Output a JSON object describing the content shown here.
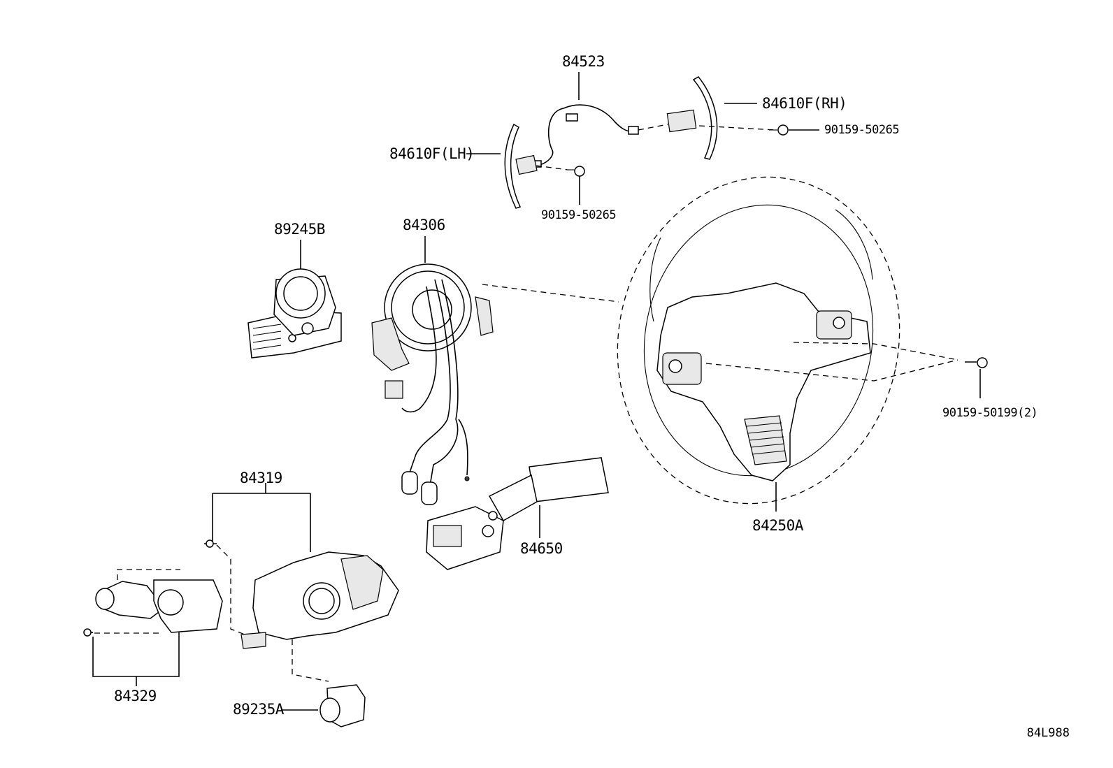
{
  "diagram": {
    "code": "84L988",
    "parts": [
      {
        "key": "p84523",
        "label": "84523"
      },
      {
        "key": "p84610f_rh",
        "label": "84610F(RH)"
      },
      {
        "key": "p84610f_lh",
        "label": "84610F(LH)"
      },
      {
        "key": "p90159_50265_right",
        "label": "90159-50265"
      },
      {
        "key": "p90159_50265_center",
        "label": "90159-50265"
      },
      {
        "key": "p89245b",
        "label": "89245B"
      },
      {
        "key": "p84306",
        "label": "84306"
      },
      {
        "key": "p90159_50199",
        "label": "90159-50199(2)"
      },
      {
        "key": "p84250a",
        "label": "84250A"
      },
      {
        "key": "p84319",
        "label": "84319"
      },
      {
        "key": "p84650",
        "label": "84650"
      },
      {
        "key": "p84329",
        "label": "84329"
      },
      {
        "key": "p89235a",
        "label": "89235A"
      }
    ]
  }
}
